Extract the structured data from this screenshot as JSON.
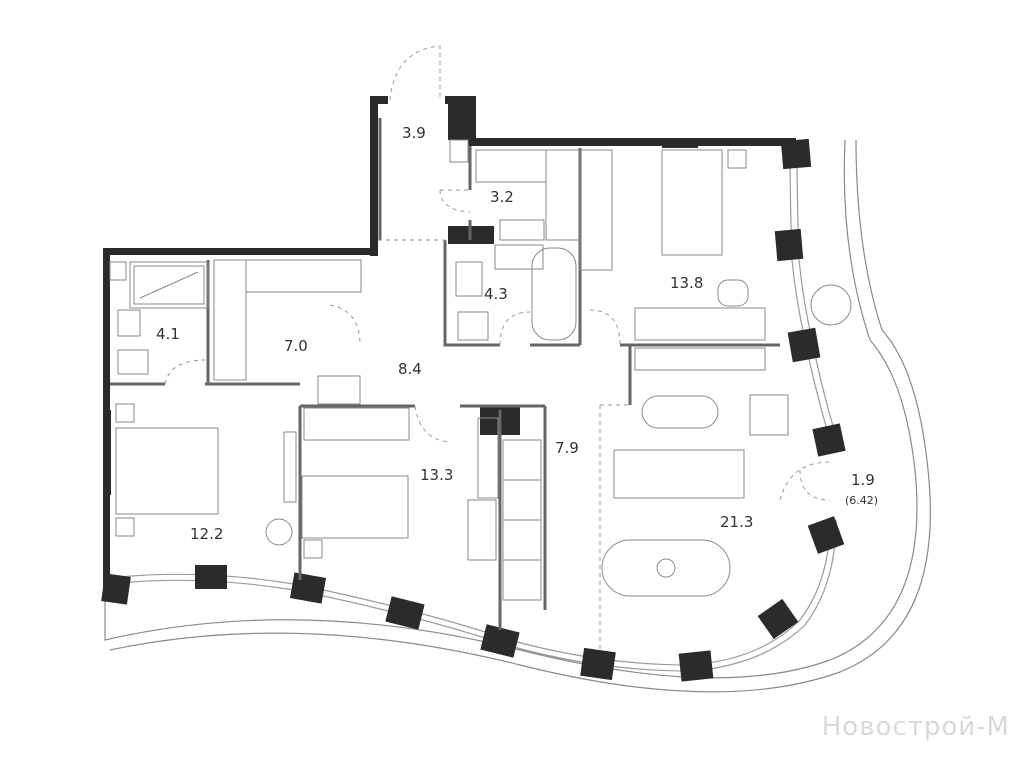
{
  "rooms": [
    {
      "id": "r39",
      "area": "3.9"
    },
    {
      "id": "r32",
      "area": "3.2"
    },
    {
      "id": "r43",
      "area": "4.3"
    },
    {
      "id": "r138",
      "area": "13.8"
    },
    {
      "id": "r41",
      "area": "4.1"
    },
    {
      "id": "r70",
      "area": "7.0"
    },
    {
      "id": "r84",
      "area": "8.4"
    },
    {
      "id": "r79",
      "area": "7.9"
    },
    {
      "id": "r133",
      "area": "13.3"
    },
    {
      "id": "r122",
      "area": "12.2"
    },
    {
      "id": "r213",
      "area": "21.3"
    },
    {
      "id": "r19",
      "area": "1.9",
      "sub": "(6.42)"
    }
  ],
  "watermark": "Новострой-М"
}
